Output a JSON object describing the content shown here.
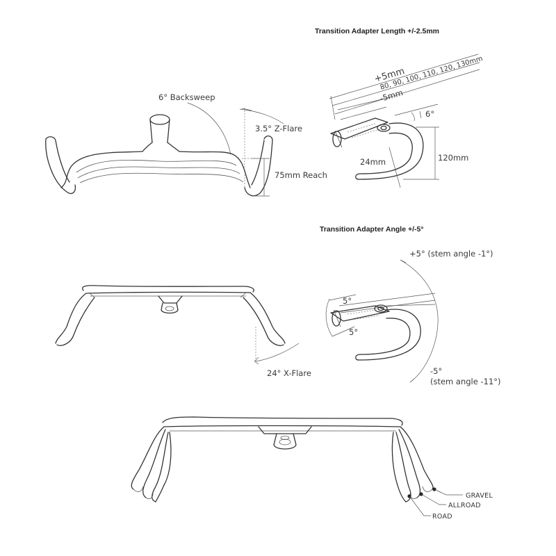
{
  "titles": {
    "length": "Transition Adapter Length +/-2.5mm",
    "angle": "Transition Adapter Angle +/-5°"
  },
  "top_view": {
    "backsweep": "6° Backsweep",
    "zflare": "3.5° Z-Flare",
    "reach": "75mm Reach"
  },
  "length_detail": {
    "plus": "+5mm",
    "stems": "80, 90, 100, 110, 120, 130mm",
    "minus": "-5mm",
    "angle": "6°",
    "drop": "120mm",
    "diameter": "24mm"
  },
  "front_view": {
    "xflare": "24° X-Flare"
  },
  "angle_detail": {
    "plus": "+5° (stem angle -1°)",
    "minus": "-5°",
    "minus_note": "(stem angle -11°)",
    "upper": "5°",
    "lower": "5°"
  },
  "positions": {
    "gravel": "GRAVEL",
    "allroad": "ALLROAD",
    "road": "ROAD"
  }
}
